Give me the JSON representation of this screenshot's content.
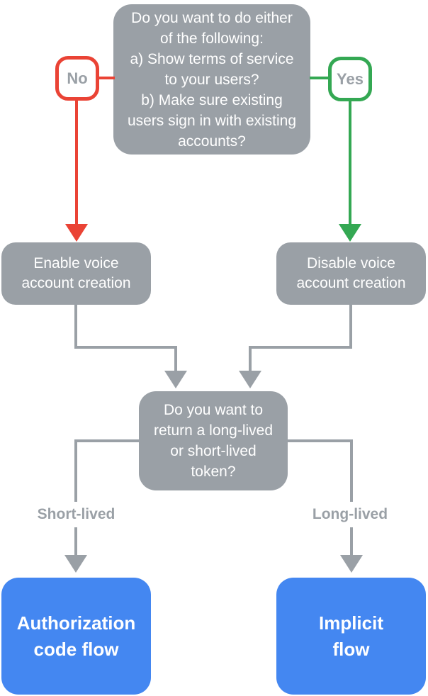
{
  "colors": {
    "gray": "#9AA0A6",
    "red": "#EA4335",
    "green": "#34A853",
    "blue": "#4487F1",
    "label_text": "#9AA0A6",
    "box_text": "#FFFFFF",
    "bg": "#FFFFFF"
  },
  "flowchart": {
    "top_question": "Do you want to do either\nof the following:\na) Show terms of service\nto your users?\nb) Make sure existing\nusers sign in with existing\naccounts?",
    "no_label": "No",
    "yes_label": "Yes",
    "enable_box": "Enable voice\naccount creation",
    "disable_box": "Disable voice\naccount creation",
    "token_question": "Do you want to\nreturn a long-lived\nor short-lived\ntoken?",
    "short_lived_label": "Short-lived",
    "long_lived_label": "Long-lived",
    "auth_code_box": "Authorization\ncode flow",
    "implicit_box": "Implicit\nflow"
  }
}
